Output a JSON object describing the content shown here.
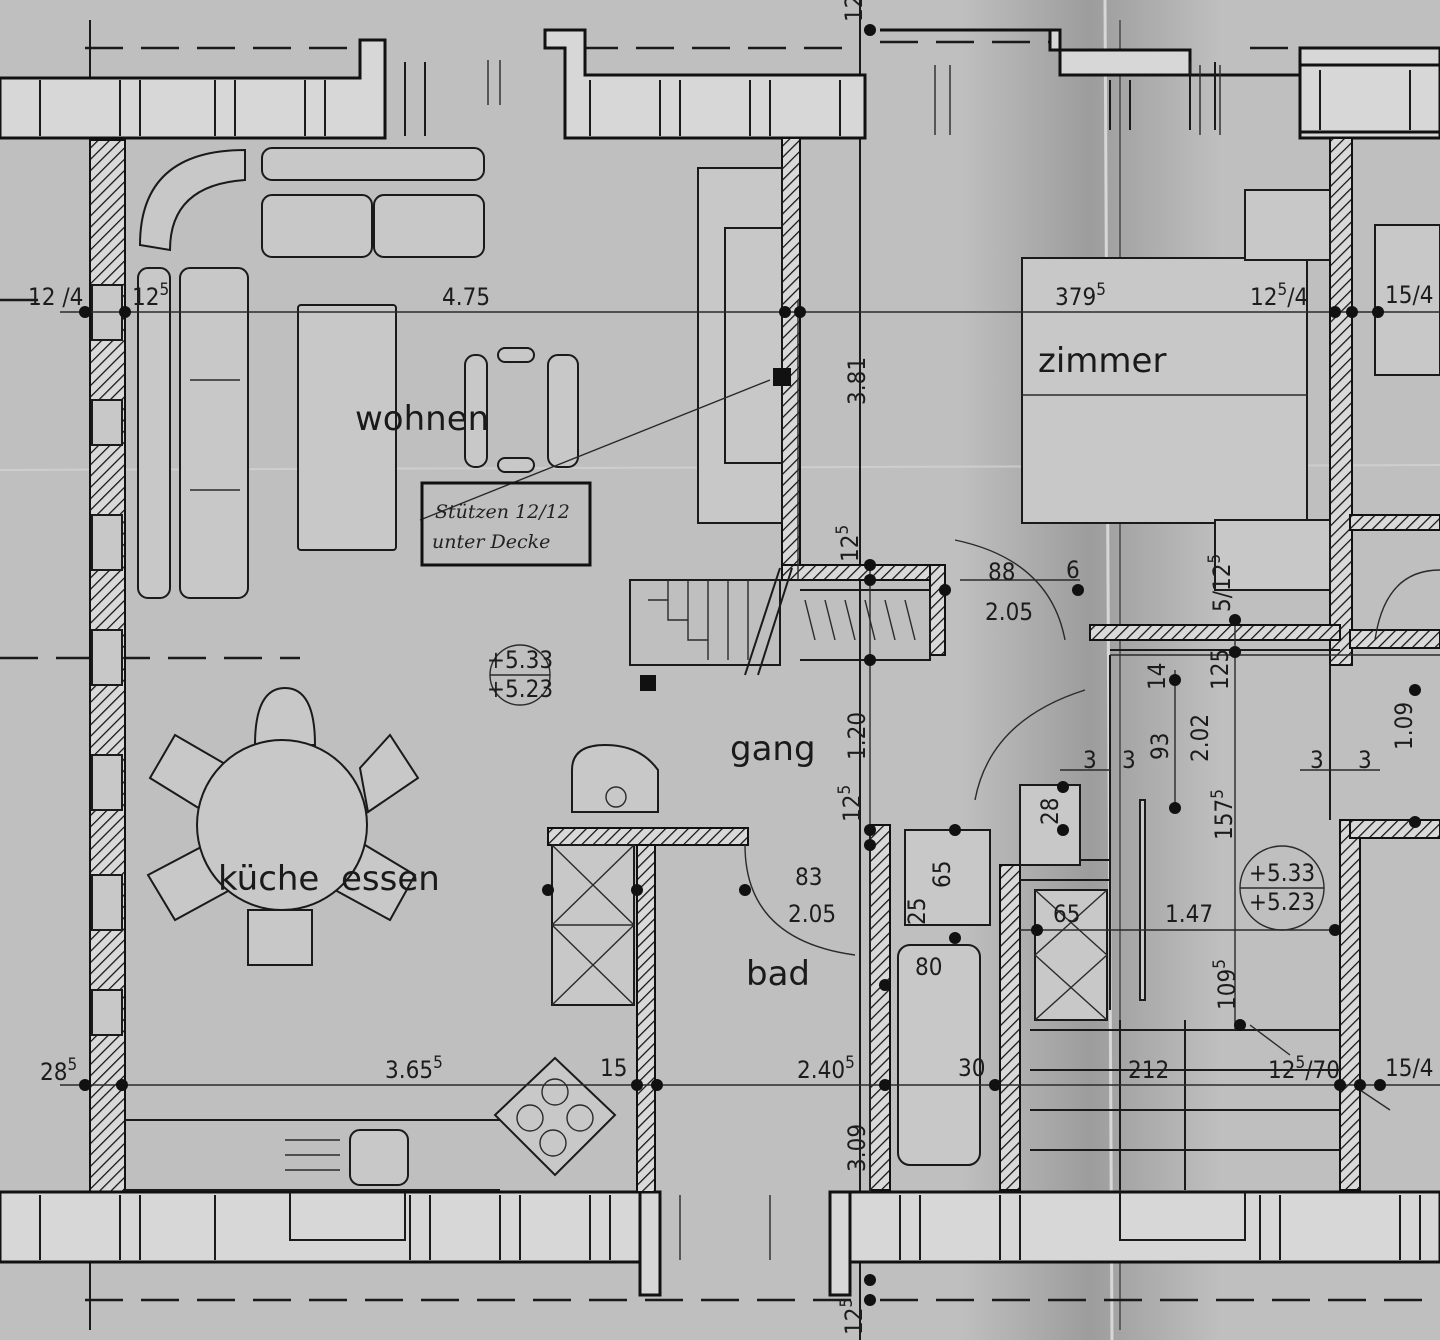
{
  "rooms": {
    "wohnen": "wohnen",
    "zimmer": "zimmer",
    "gang": "gang",
    "kueche_essen": "küche  essen",
    "bad": "bad"
  },
  "note": {
    "line1": "Stützen 12/12",
    "line2": "unter Decke"
  },
  "levels": [
    {
      "top": "+5.33",
      "bottom": "+5.23"
    },
    {
      "top": "+5.33",
      "bottom": "+5.23"
    }
  ],
  "dimensions": {
    "top_left": "12 /4",
    "wohnen_wall": "12",
    "wohnen_wall_sup": "5",
    "wohnen_width": "4.75",
    "zimmer_width": "379",
    "zimmer_width_sup": "5",
    "right_wall": "12",
    "right_wall_sup": "5",
    "right_wall_rest": "/4",
    "far_right": "15/4",
    "hall_height": "3.81",
    "hall_wall": "12",
    "hall_wall_sup": "5",
    "door1_width": "88",
    "door1_height": "2.05",
    "six": "6",
    "zimmer_wall": "5/12",
    "zimmer_wall_sup": "5",
    "dim_14": "14",
    "dim_125": "125",
    "dim_93": "93",
    "dim_202": "2.02",
    "dim_1575": "157",
    "dim_1575_sup": "5",
    "dim_109": "1.09",
    "dim_3a": "3",
    "dim_3b": "3",
    "dim_3c": "3",
    "dim_3d": "3",
    "gang_120": "1.20",
    "gang_wall": "12",
    "gang_wall_sup": "5",
    "dim_28": "28",
    "dim_65a": "65",
    "dim_65b": "65",
    "dim_25": "25",
    "bad_door_width": "83",
    "bad_door_height": "2.05",
    "dim_80": "80",
    "dim_147": "1.47",
    "dim_1095": "109",
    "dim_1095_sup": "5",
    "bottom_left": "28",
    "bottom_left_sup": "5",
    "kitchen_width": "3.65",
    "kitchen_width_sup": "5",
    "dim_15": "15",
    "bad_width": "2.40",
    "bad_width_sup": "5",
    "dim_30": "30",
    "dim_212": "212",
    "dim_1270": "12",
    "dim_1270_sup": "5",
    "dim_1270_rest": "/70",
    "bottom_right": "15/4",
    "bad_height": "3.09",
    "top_edge": "12",
    "bottom_edge": "12",
    "bottom_edge_sup": "5"
  },
  "colors": {
    "paper": "#bdbdbd",
    "ink": "#1a1a1a",
    "wall_fill": "#d7d7d7"
  }
}
